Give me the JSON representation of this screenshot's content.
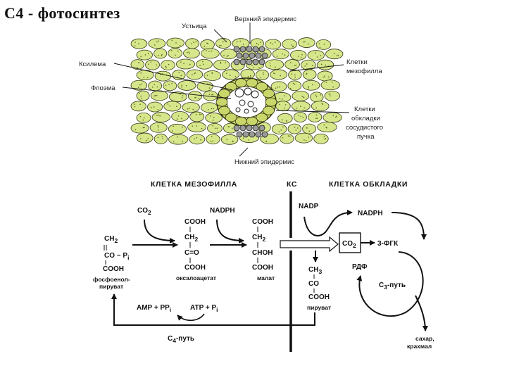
{
  "title": "С4 - фотосинтез",
  "leaf": {
    "labels": {
      "stomata": "Устьица",
      "upper_epidermis": "Верхний эпидермис",
      "xylem": "Ксилема",
      "phloem": "Флоэма",
      "mesophyll_1": "Клетки",
      "mesophyll_2": "мезофилла",
      "sheath_1": "Клетки",
      "sheath_2": "обкладки",
      "sheath_3": "сосудистого",
      "sheath_4": "пучка",
      "lower_epidermis": "Нижний эпидермис"
    },
    "colors": {
      "cell_fill": "#d6e68a",
      "cell_stroke": "#3a3a1a",
      "sheath_fill": "#c9d66a"
    }
  },
  "scheme": {
    "headers": {
      "mesophyll": "КЛЕТКА  МЕЗОФИЛЛА",
      "ks": "КС",
      "sheath": "КЛЕТКА  ОБКЛАДКИ"
    },
    "pep": {
      "l1": "CH",
      "l1sub": "2",
      "l2": "CO ~ P",
      "l2sub": "i",
      "l3": "COOH",
      "name1": "фосфоенол-",
      "name2": "пируват"
    },
    "co2_in": "CO",
    "co2_sub": "2",
    "nadph_left": "NADPH",
    "oxaloacetate": {
      "l1": "COOH",
      "l2": "CH",
      "l2sub": "2",
      "l3": "C=O",
      "l4": "COOH",
      "name": "оксалоацетат"
    },
    "malate": {
      "l1": "COOH",
      "l2": "CH",
      "l2sub": "2",
      "l3": "CHOH",
      "l4": "COOH",
      "name": "малат"
    },
    "nadp": "NADP",
    "nadph_right": "NADPH",
    "co2_box": "CO",
    "fgk": "3-ФГК",
    "pyruvate": {
      "l1": "CH",
      "l1sub": "3",
      "l2": "CO",
      "l3": "COOH",
      "name": "пируват"
    },
    "rdf": "РДФ",
    "c3": "C",
    "c3sub": "3",
    "c3rest": "-путь",
    "amp": "AMP + PP",
    "amp_sub": "i",
    "atp": "ATP + P",
    "atp_sub": "i",
    "c4": "C",
    "c4sub": "4",
    "c4rest": "-путь",
    "sugar1": "сахар,",
    "sugar2": "крахмал"
  }
}
